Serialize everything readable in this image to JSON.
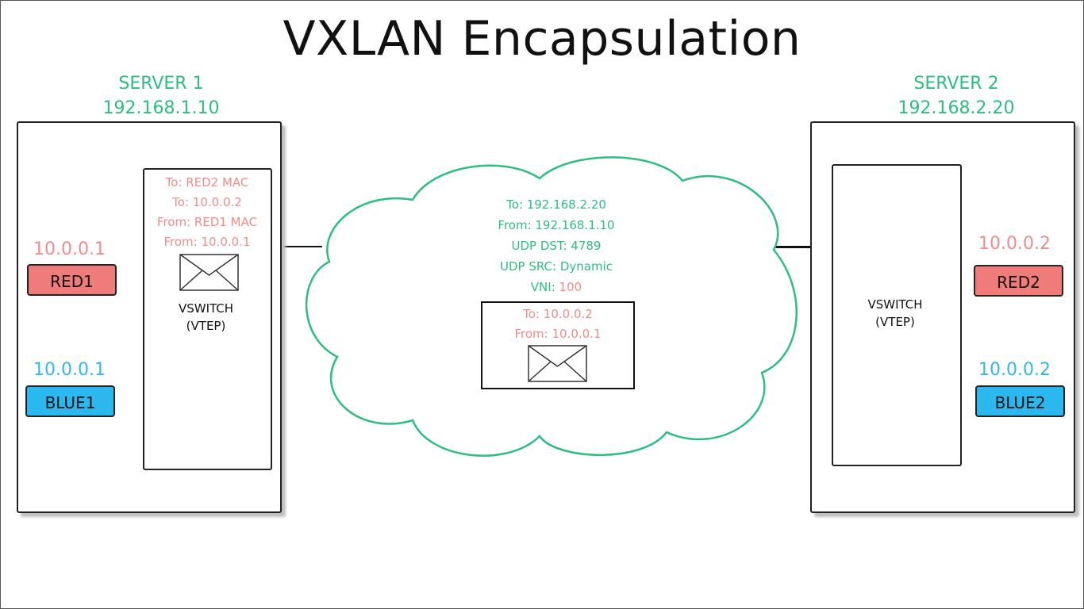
{
  "title": "VXLAN Encapsulation",
  "server1": {
    "name": "SERVER 1",
    "ip": "192.168.1.10",
    "vswitch": [
      "VSWITCH",
      "(VTEP)"
    ],
    "inner_header": [
      "To: RED2 MAC",
      "To: 10.0.0.2",
      "From: RED1 MAC",
      "From: 10.0.0.1"
    ],
    "hosts": [
      {
        "name": "RED1",
        "ip": "10.0.0.1",
        "color": "#f07b7b"
      },
      {
        "name": "BLUE1",
        "ip": "10.0.0.1",
        "color": "#2bb8ef"
      }
    ]
  },
  "server2": {
    "name": "SERVER 2",
    "ip": "192.168.2.20",
    "vswitch": [
      "VSWITCH",
      "(VTEP)"
    ],
    "hosts": [
      {
        "name": "RED2",
        "ip": "10.0.0.2",
        "color": "#f07b7b"
      },
      {
        "name": "BLUE2",
        "ip": "10.0.0.2",
        "color": "#2bb8ef"
      }
    ]
  },
  "cloud": {
    "outer_header": [
      "To: 192.168.2.20",
      "From: 192.168.1.10",
      "UDP DST: 4789",
      "UDP SRC: Dynamic"
    ],
    "vni_label": "VNI:",
    "vni_value": "100",
    "inner_packet": [
      "To: 10.0.0.2",
      "From: 10.0.0.1"
    ]
  },
  "colors": {
    "green": "#2ebd82",
    "pink": "#f28b8b",
    "red_host": "#f07b7b",
    "blue_host": "#2bb8ef"
  },
  "icons": [
    "envelope-icon"
  ]
}
